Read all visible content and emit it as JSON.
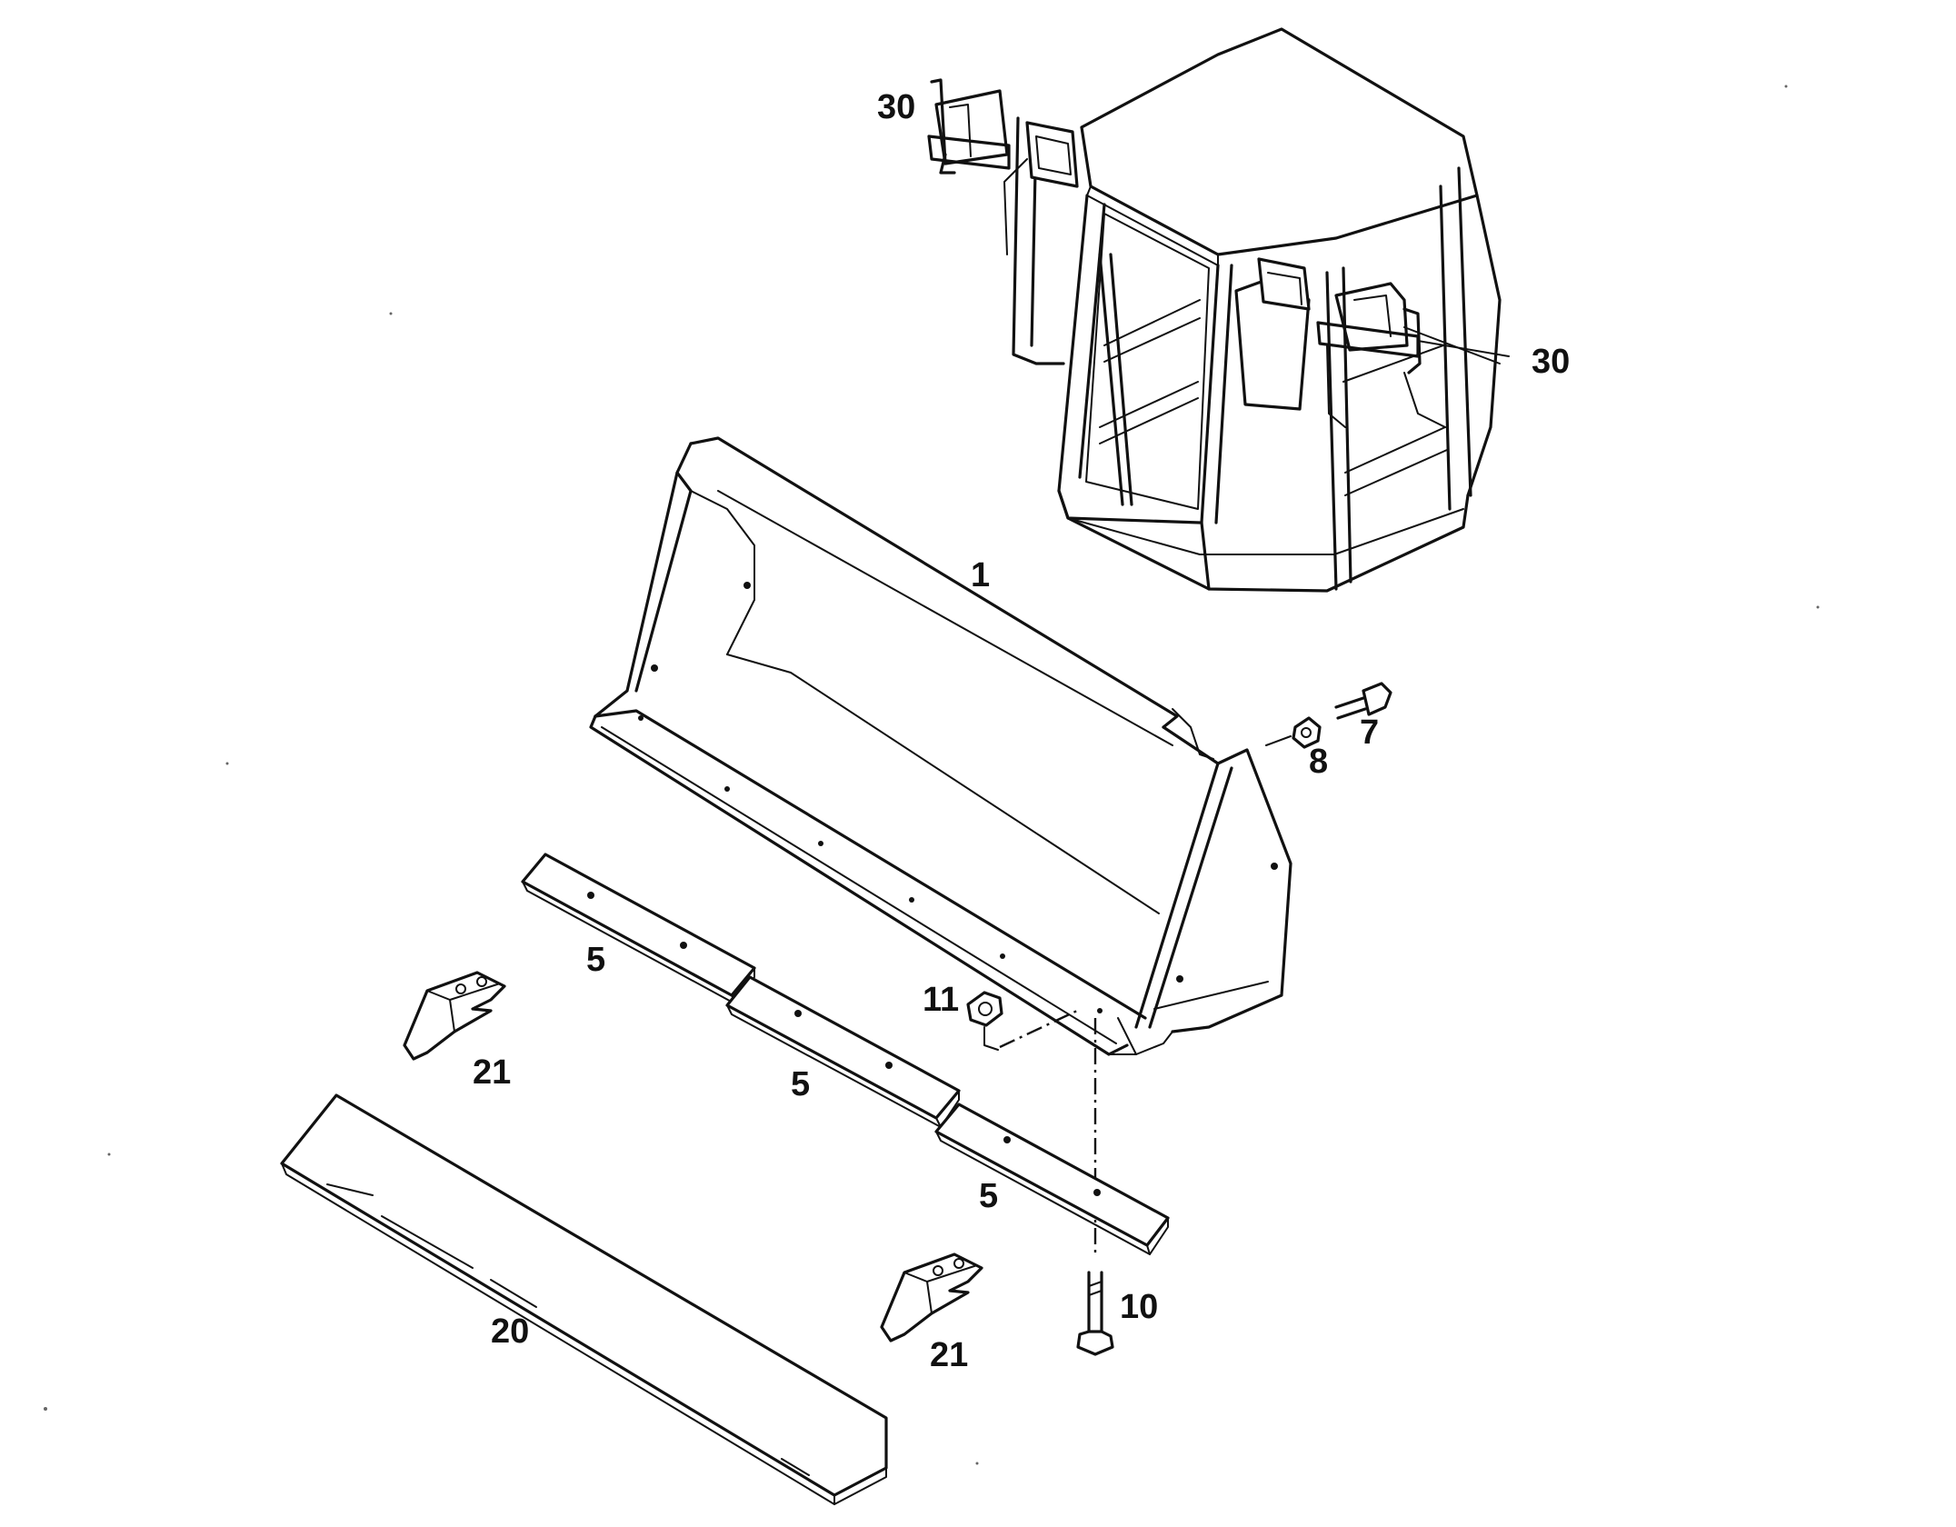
{
  "callouts": {
    "cab_mirror_left": "30",
    "cab_mirror_right": "30",
    "bucket": "1",
    "nut_8": "8",
    "bolt_7": "7",
    "wear_plate_1": "5",
    "wear_plate_2": "5",
    "wear_plate_3": "5",
    "nut_11": "11",
    "tooth_1": "21",
    "tooth_2": "21",
    "cutting_edge": "20",
    "bolt_10": "10"
  },
  "colors": {
    "line": "#111111",
    "background": "#ffffff"
  }
}
